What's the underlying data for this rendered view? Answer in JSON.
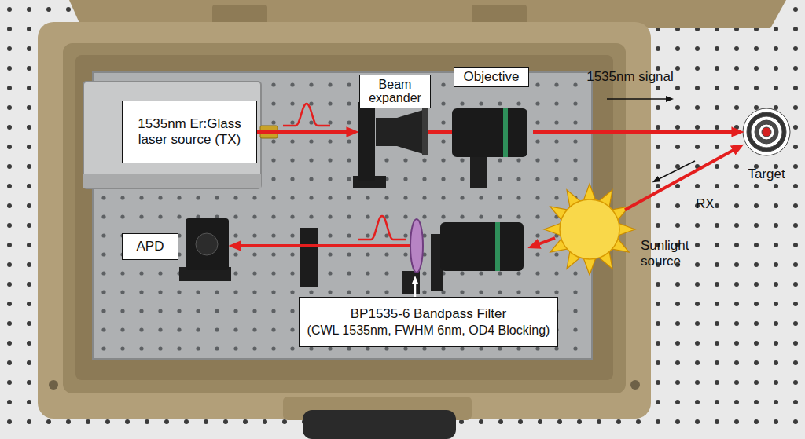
{
  "diagram": {
    "nodes": [
      {
        "text": [
          "1535nm Er:Glass laser source (TX)"
        ]
      },
      {
        "text": [
          "Beam expander"
        ]
      },
      {
        "text": [
          "Objective"
        ]
      },
      {
        "text": [
          "Target"
        ]
      },
      {
        "text": [
          "Sunlight source"
        ]
      },
      {
        "text": [
          "APD"
        ]
      },
      {
        "text": [
          "BP1535-6 Bandpass Filter",
          "(CWL 1535nm, FWHM 6nm, OD4 Blocking)"
        ]
      }
    ],
    "edges": [
      {
        "from": 0,
        "to": 1,
        "arrow": "to"
      },
      {
        "from": 2,
        "to": 3,
        "arrow": "to",
        "label": "1535nm signal"
      },
      {
        "from": 4,
        "to": 3,
        "arrow": "to",
        "label": "RX"
      }
    ]
  }
}
